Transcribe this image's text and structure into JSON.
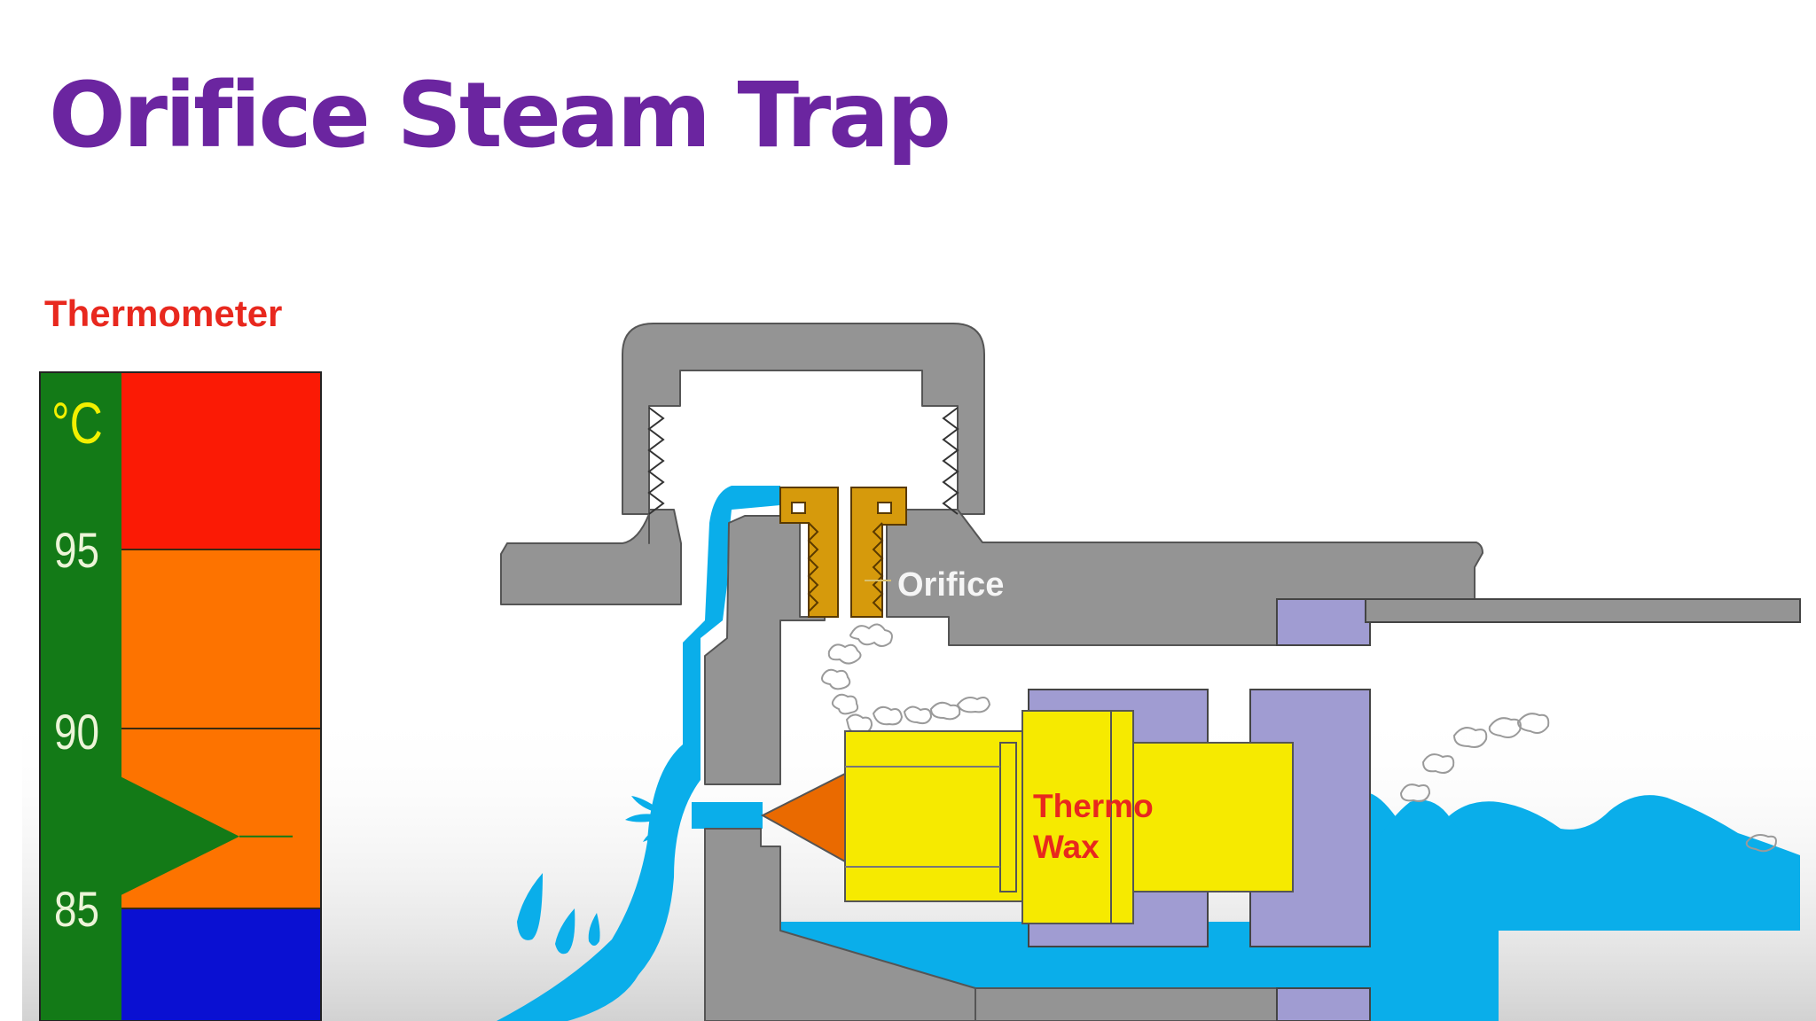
{
  "title": "Orifice Steam Trap",
  "thermometer": {
    "label": "Thermometer",
    "unit": "°C",
    "ticks": [
      "95",
      "90",
      "85"
    ],
    "reading": 87
  },
  "labels": {
    "orifice": "Orifice",
    "thermo_wax_line1": "Thermo",
    "thermo_wax_line2": "Wax"
  },
  "colors": {
    "title": "#6b25a0",
    "label_red": "#e8281e",
    "tube_green": "#137a17",
    "unit_yellow": "#f2f000",
    "zone_red": "#fb1a05",
    "zone_orange": "#fd7300",
    "zone_blue": "#0a10d2",
    "body_grey": "#949494",
    "water": "#0aaeea",
    "wax_yellow": "#f6ea00",
    "lavender": "#a09cd2",
    "orifice_gold": "#d69a0c",
    "cone_orange": "#ea6a00"
  }
}
